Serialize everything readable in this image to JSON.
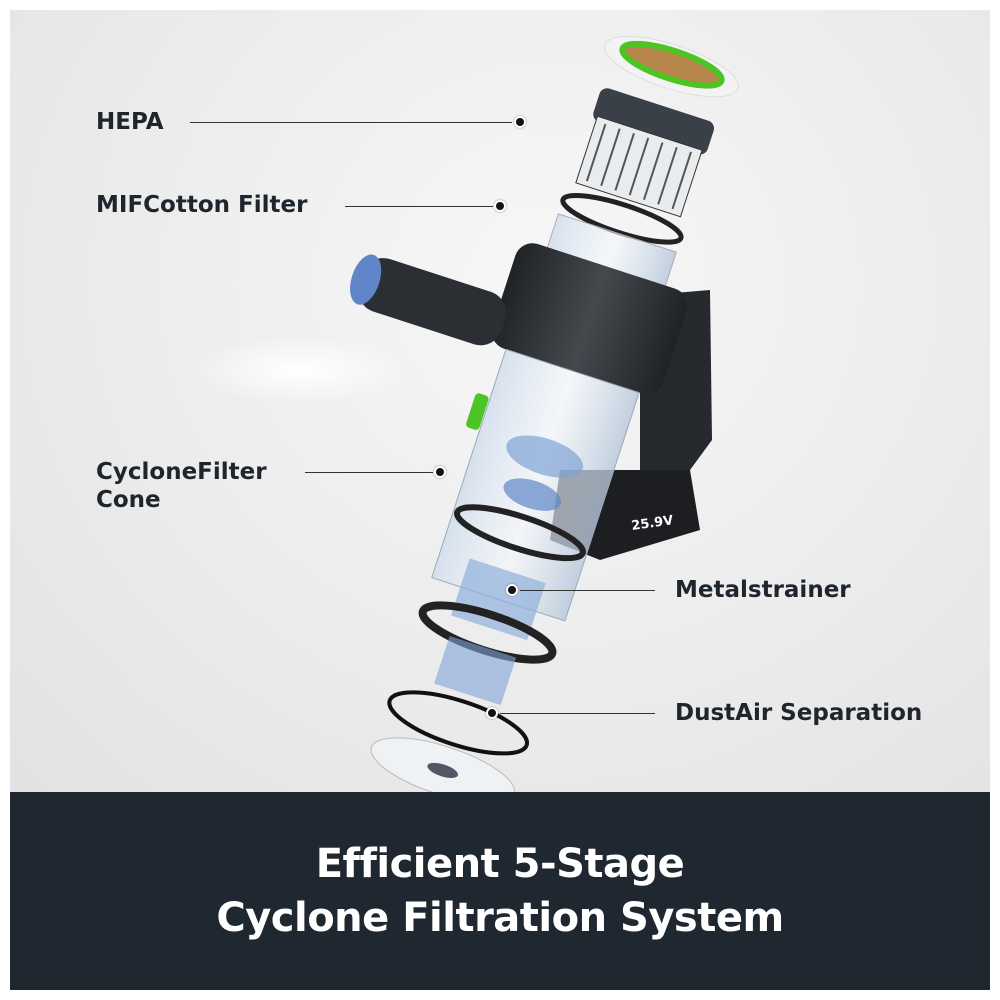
{
  "labels": {
    "hepa": "HEPA",
    "mif_cotton": "MIFCotton Filter",
    "cyclone_line1": "CycloneFilter",
    "cyclone_line2": "Cone",
    "metal_strainer": "Metalstrainer",
    "dust_air": "DustAir Separation"
  },
  "product": {
    "battery_voltage": "25.9V"
  },
  "banner": {
    "line1": "Efficient 5-Stage",
    "line2": "Cyclone Filtration System"
  },
  "colors": {
    "accent_green": "#4cc424",
    "banner_bg": "#1f2731",
    "body_dark": "#2b2f33"
  }
}
